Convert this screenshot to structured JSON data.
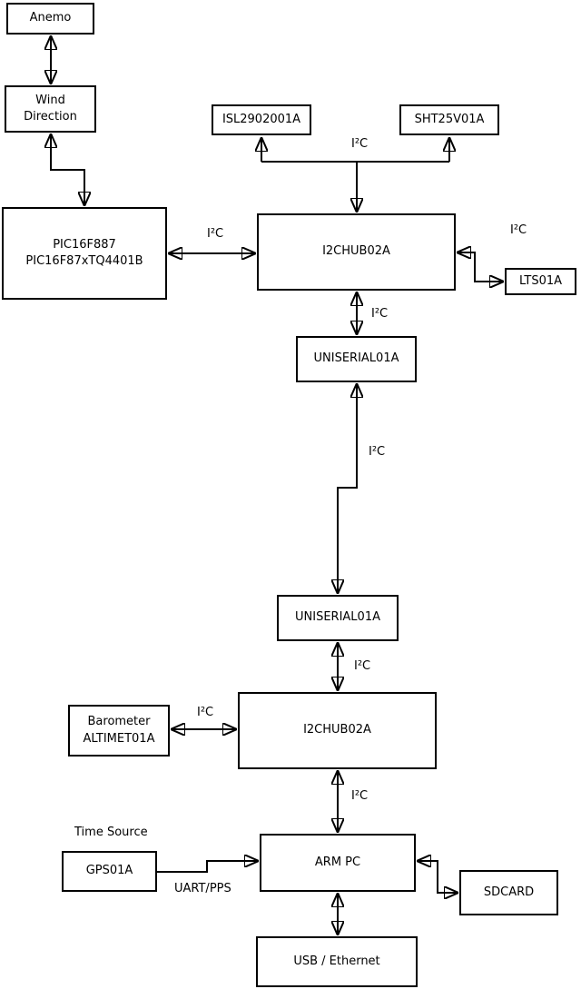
{
  "diagram": {
    "boxes": {
      "anemo": "Anemo",
      "wind_direction": "Wind\nDirection",
      "pic": "PIC16F887\nPIC16F87xTQ4401B",
      "isl": "ISL2902001A",
      "sht": "SHT25V01A",
      "hub_top": "I2CHUB02A",
      "lts": "LTS01A",
      "uniserial_top": "UNISERIAL01A",
      "uniserial_bottom": "UNISERIAL01A",
      "barometer": "Barometer\nALTIMET01A",
      "hub_bottom": "I2CHUB02A",
      "gps": "GPS01A",
      "arm_pc": "ARM PC",
      "sdcard": "SDCARD",
      "usb_ethernet": "USB / Ethernet"
    },
    "labels": {
      "i2c_sensor_bus": "I²C",
      "i2c_pic_bus": "I²C",
      "i2c_lts_bus": "I²C",
      "i2c_hub1_uniserial": "I²C",
      "i2c_backbone": "I²C",
      "i2c_uniserial_hub2": "I²C",
      "i2c_barometer_bus": "I²C",
      "i2c_hub2_armpc": "I²C",
      "time_source": "Time Source",
      "uart_pps": "UART/PPS"
    },
    "colors": {
      "line": "#000000",
      "background": "#ffffff",
      "box_fill": "#ffffff"
    }
  }
}
